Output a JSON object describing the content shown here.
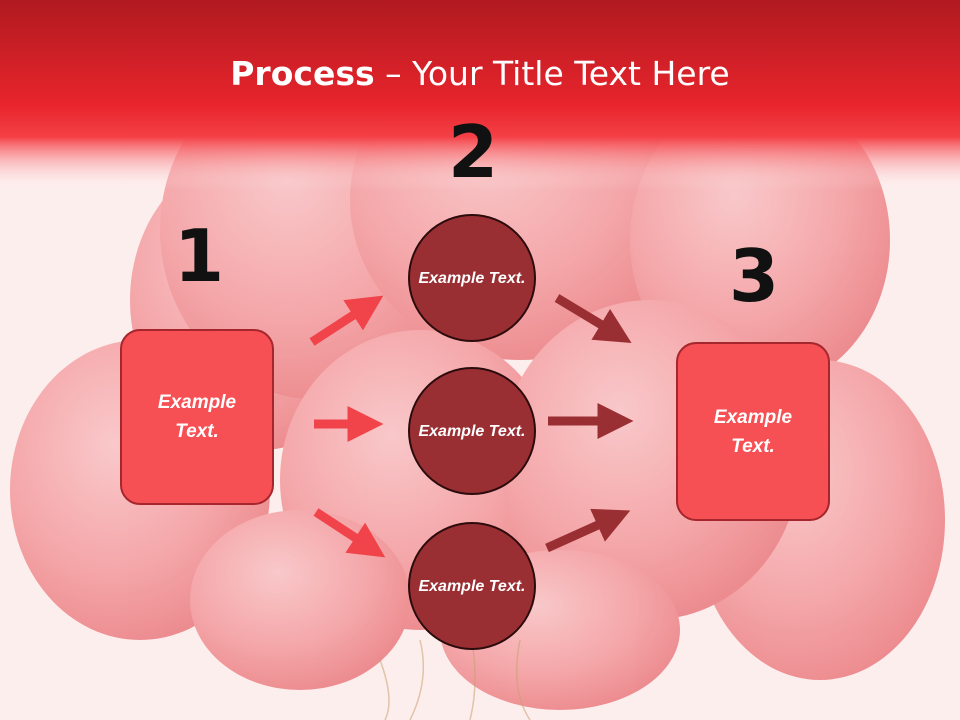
{
  "slide": {
    "title_strong": "Process",
    "title_rest": " – Your Title Text Here"
  },
  "steps": [
    {
      "number": "1",
      "label": "Example Text."
    },
    {
      "number": "2",
      "labels": [
        "Example Text.",
        "Example Text.",
        "Example Text."
      ]
    },
    {
      "number": "3",
      "label": "Example Text."
    }
  ],
  "colors": {
    "header_red": "#e8242c",
    "box_fill": "#f64f54",
    "circle_fill": "#9a2f33",
    "arrow_light": "#f0444a",
    "arrow_dark": "#9a2f33"
  }
}
